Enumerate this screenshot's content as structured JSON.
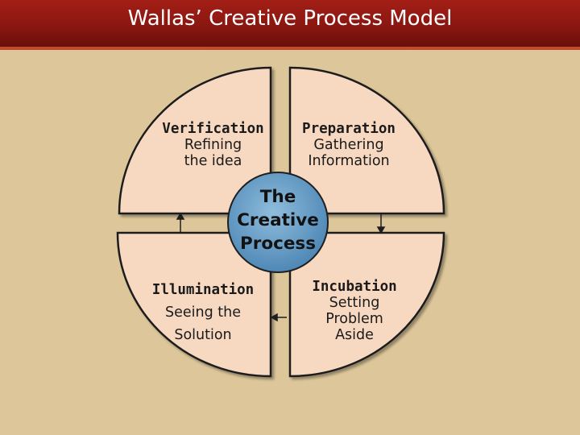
{
  "title": "Wallas’ Creative Process Model",
  "center": {
    "line1": "The",
    "line2": "Creative",
    "line3": "Process"
  },
  "quadrants": {
    "verification": {
      "stage": "Verification",
      "desc_line1": "Refining",
      "desc_line2": "the idea"
    },
    "preparation": {
      "stage": "Preparation",
      "desc_line1": "Gathering",
      "desc_line2": "Information"
    },
    "illumination": {
      "stage": "Illumination",
      "desc_line1": "Seeing the",
      "desc_line2": "Solution"
    },
    "incubation": {
      "stage": "Incubation",
      "desc_line1": "Setting",
      "desc_line2": "Problem",
      "desc_line3": "Aside"
    }
  },
  "colors": {
    "background": "#ddc79a",
    "header": "#8a1711",
    "quadrant_fill": "#f7d9c2",
    "circle_fill": "#6aa0c8",
    "outline": "#1f1f1f"
  }
}
